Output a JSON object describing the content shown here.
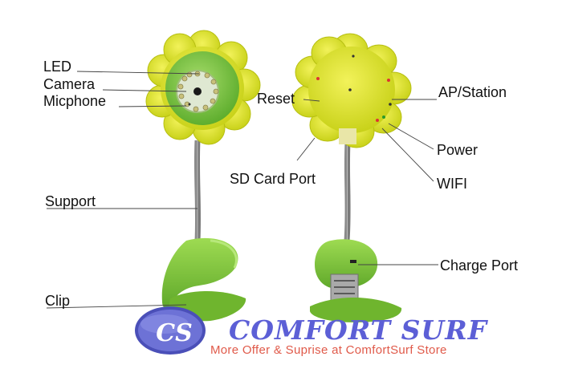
{
  "labels": {
    "led": "LED",
    "camera": "Camera",
    "micphone": "Micphone",
    "support": "Support",
    "clip": "Clip",
    "reset": "Reset",
    "sd_card_port": "SD Card Port",
    "ap_station": "AP/Station",
    "power": "Power",
    "wifi": "WIFI",
    "charge_port": "Charge Port"
  },
  "brand": {
    "logo_text": "CS",
    "name": "COMFORT SURF",
    "tagline": "More Offer & Suprise at ComfortSurf Store"
  },
  "colors": {
    "petal_yellow": "#d7e01c",
    "face_green": "#7bc63f",
    "clip_green": "#86cc3a",
    "brand_blue": "#5c5fd6",
    "tagline_red": "#e05a4a"
  }
}
